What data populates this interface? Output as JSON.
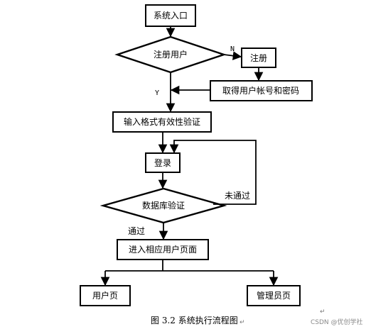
{
  "nodes": {
    "start": "系统入口",
    "register_q": "注册用户",
    "register": "注册",
    "get_account": "取得用户帐号和密码",
    "validate_format": "输入格式有效性验证",
    "login": "登录",
    "db_verify": "数据库验证",
    "enter_page": "进入相应用户页面",
    "user_page": "用户页",
    "admin_page": "管理员页"
  },
  "edge_labels": {
    "no": "N",
    "yes": "Y",
    "fail": "未通过",
    "pass": "通过"
  },
  "caption": "图 3.2  系统执行流程图",
  "watermark": "CSDN @优创学社",
  "return_mark": "↵"
}
